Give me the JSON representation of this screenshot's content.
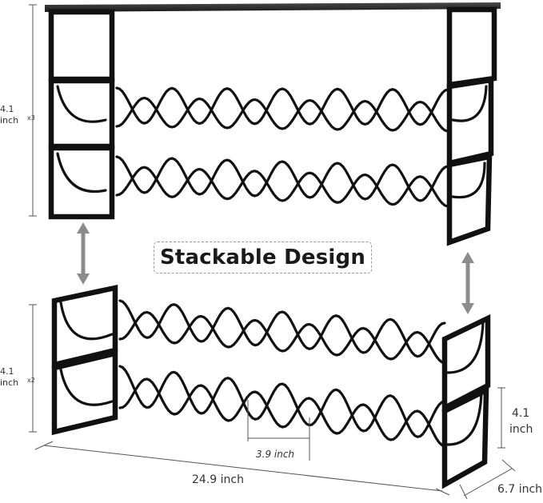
{
  "headline": "Stackable Design",
  "dimensions": {
    "top_height_value": "4.1",
    "top_height_unit": "inch",
    "top_tier_count": "x3",
    "bottom_height_value": "4.1",
    "bottom_height_unit": "inch",
    "bottom_tier_count": "x2",
    "bottle_spacing": "3.9 inch",
    "total_length": "24.9 inch",
    "depth": "6.7 inch",
    "tier_height_value": "4.1",
    "tier_height_unit": "inch"
  },
  "colors": {
    "metal": "#111111",
    "top_board": "#2a2a2a",
    "arrow": "#8c8c8c",
    "dimension_line": "#555555"
  }
}
